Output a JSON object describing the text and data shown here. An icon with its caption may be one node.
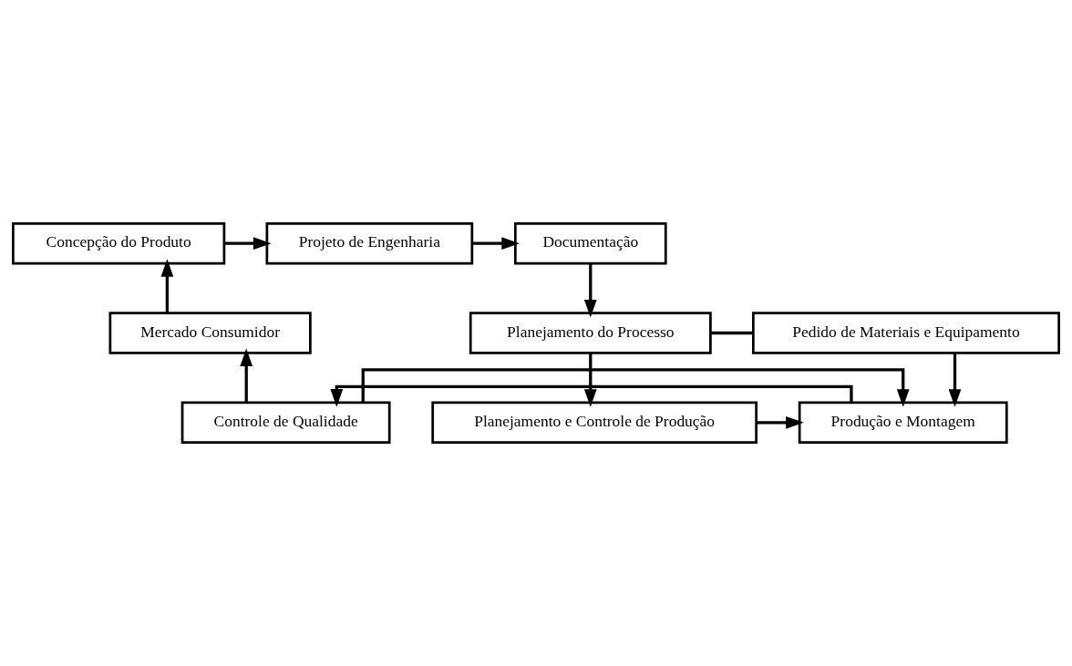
{
  "diagram": {
    "nodes": [
      {
        "text": [
          "Concepção do Produto"
        ]
      },
      {
        "text": [
          "Projeto de Engenharia"
        ]
      },
      {
        "text": [
          "Documentação"
        ]
      },
      {
        "text": [
          "Pedido de Materiais e Equipamento"
        ]
      },
      {
        "text": [
          "Planejamento do Processo"
        ]
      },
      {
        "text": [
          "Mercado Consumidor"
        ]
      },
      {
        "text": [
          "Controle de Qualidade"
        ]
      },
      {
        "text": [
          "Produção e Montagem"
        ]
      },
      {
        "text": [
          "Planejamento e Controle de Produção"
        ]
      }
    ],
    "edges": [
      {
        "from": 5,
        "to": 0,
        "arrow": "to"
      },
      {
        "from": 0,
        "to": 1,
        "arrow": "to"
      },
      {
        "from": 1,
        "to": 2,
        "arrow": "to"
      },
      {
        "from": 2,
        "to": 4,
        "arrow": "to"
      },
      {
        "from": 4,
        "to": 3,
        "arrow": "none"
      },
      {
        "from": 4,
        "to": 8,
        "arrow": "to"
      },
      {
        "from": 3,
        "to": 7,
        "arrow": "to"
      },
      {
        "from": 8,
        "to": 7,
        "arrow": "to"
      },
      {
        "from": 7,
        "to": 6,
        "arrow": "to"
      },
      {
        "from": 6,
        "to": 5,
        "arrow": "to"
      },
      {
        "from": 6,
        "to": 7,
        "arrow": "to"
      }
    ]
  }
}
